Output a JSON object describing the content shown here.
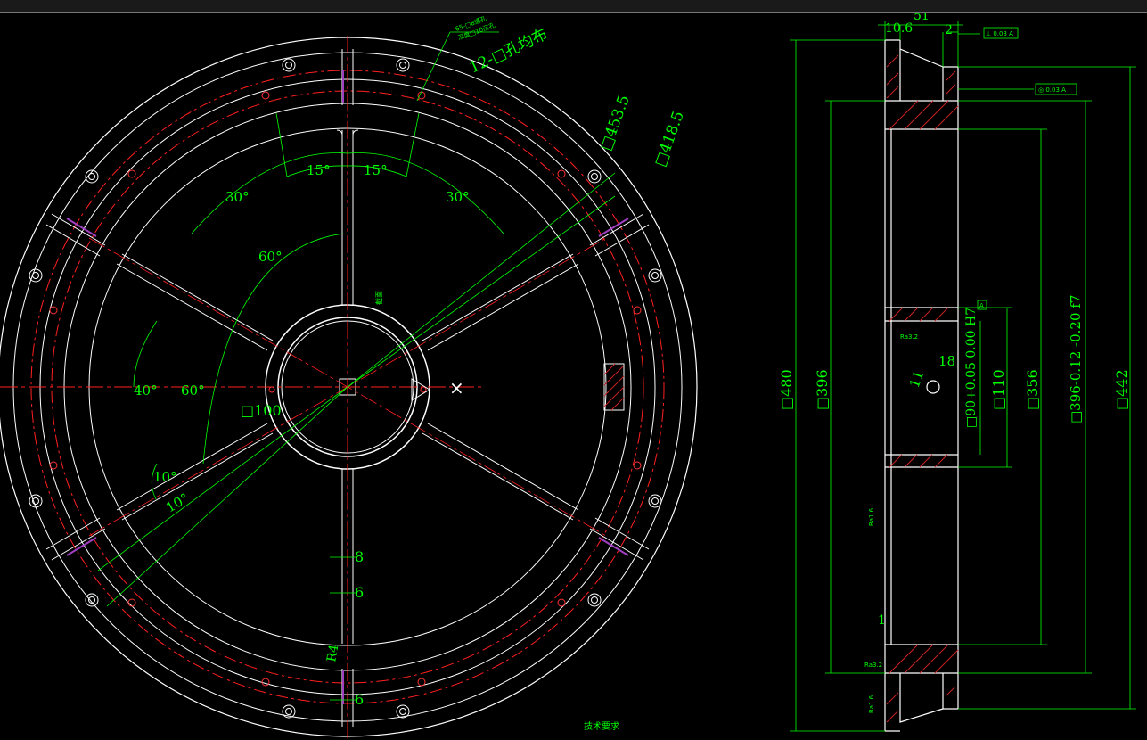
{
  "colors": {
    "background": "#000000",
    "outline": "#ffffff",
    "centerline": "#ff2020",
    "dimension": "#00ff00",
    "hatch": "#cc2222",
    "rib_highlight": "#a040c0"
  },
  "front_view": {
    "hole_note": "12-□孔均布",
    "top_note_line1": "65-□8通孔",
    "top_note_line2": "深度□10沉孔",
    "dia_outer_bolt": "□453.5",
    "dia_inner_bolt": "□418.5",
    "angle_15_left": "15°",
    "angle_15_right": "15°",
    "angle_30_left": "30°",
    "angle_30_right": "30°",
    "angle_60_upper": "60°",
    "angle_40": "40°",
    "angle_60_left": "60°",
    "angle_10_a": "10°",
    "angle_10_b": "10°",
    "hub_dia": "□100",
    "rib_thk_8": "8",
    "rib_thk_6a": "6",
    "rib_thk_6b": "6",
    "rib_radius": "R4",
    "rib_section_tag": "截面",
    "tech_requirements": "技术要求"
  },
  "side_view": {
    "dim_10_6": "10.6",
    "dim_51": "51",
    "dim_2": "2",
    "flatness_tol": "⊥ 0.03 A",
    "runout_tol": "◎ 0.03 A",
    "dia_480": "□480",
    "dia_396": "□396",
    "dia_356": "□356",
    "dia_442": "□442",
    "dia_110": "□110",
    "dia_396_f7": "□396-0.12 -0.20 f7",
    "bore_90": "□90+0.05 0.00 H7",
    "dim_18": "18",
    "keyway_11": "11",
    "roughness_a": "Ra3.2",
    "roughness_b": "Ra1.6",
    "roughness_c": "Ra3.2",
    "roughness_d": "Ra1.6",
    "datum_tag": "A",
    "dim_1": "1"
  }
}
